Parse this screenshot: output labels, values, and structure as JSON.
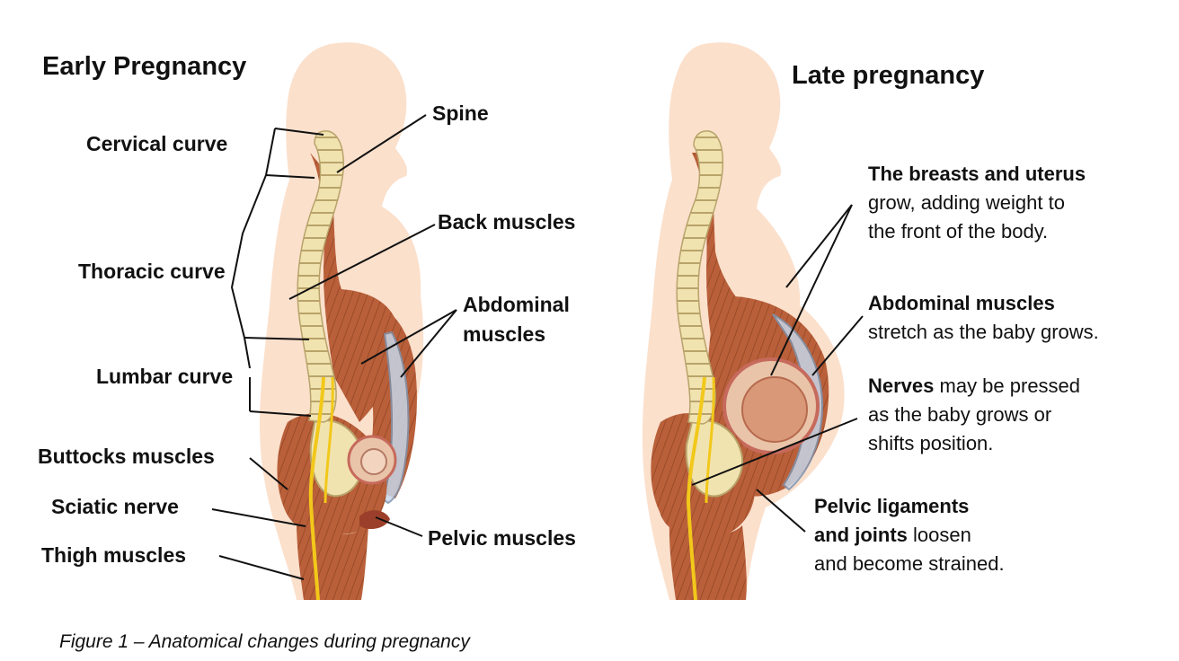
{
  "early": {
    "title": "Early Pregnancy",
    "labels": {
      "spine": "Spine",
      "cervical": "Cervical curve",
      "back_muscles": "Back muscles",
      "thoracic": "Thoracic curve",
      "abdominal_1": "Abdominal",
      "abdominal_2": "muscles",
      "lumbar": "Lumbar curve",
      "buttocks": "Buttocks muscles",
      "sciatic": "Sciatic nerve",
      "thigh": "Thigh muscles",
      "pelvic_muscles": "Pelvic muscles"
    }
  },
  "late": {
    "title": "Late pregnancy",
    "notes": [
      {
        "bold": "The breasts and uterus",
        "lines": [
          "grow, adding weight to",
          "the front of the body."
        ]
      },
      {
        "bold": "Abdominal muscles",
        "lines": [
          "stretch as the baby grows."
        ]
      },
      {
        "bold": "Nerves",
        "rest": " may be pressed",
        "lines": [
          "as the baby grows or",
          "shifts position."
        ]
      },
      {
        "bold": "Pelvic ligaments",
        "bold2": "and joints",
        "rest2": " loosen",
        "lines": [
          "and become strained."
        ]
      }
    ]
  },
  "caption": "Figure 1 – Anatomical changes during pregnancy",
  "colors": {
    "silhouette": "#fbe0cc",
    "muscle": "#b9603a",
    "muscle_dark": "#8f3f22",
    "bone": "#f1e3b0",
    "nerve": "#f2c81a",
    "line": "#111111"
  }
}
